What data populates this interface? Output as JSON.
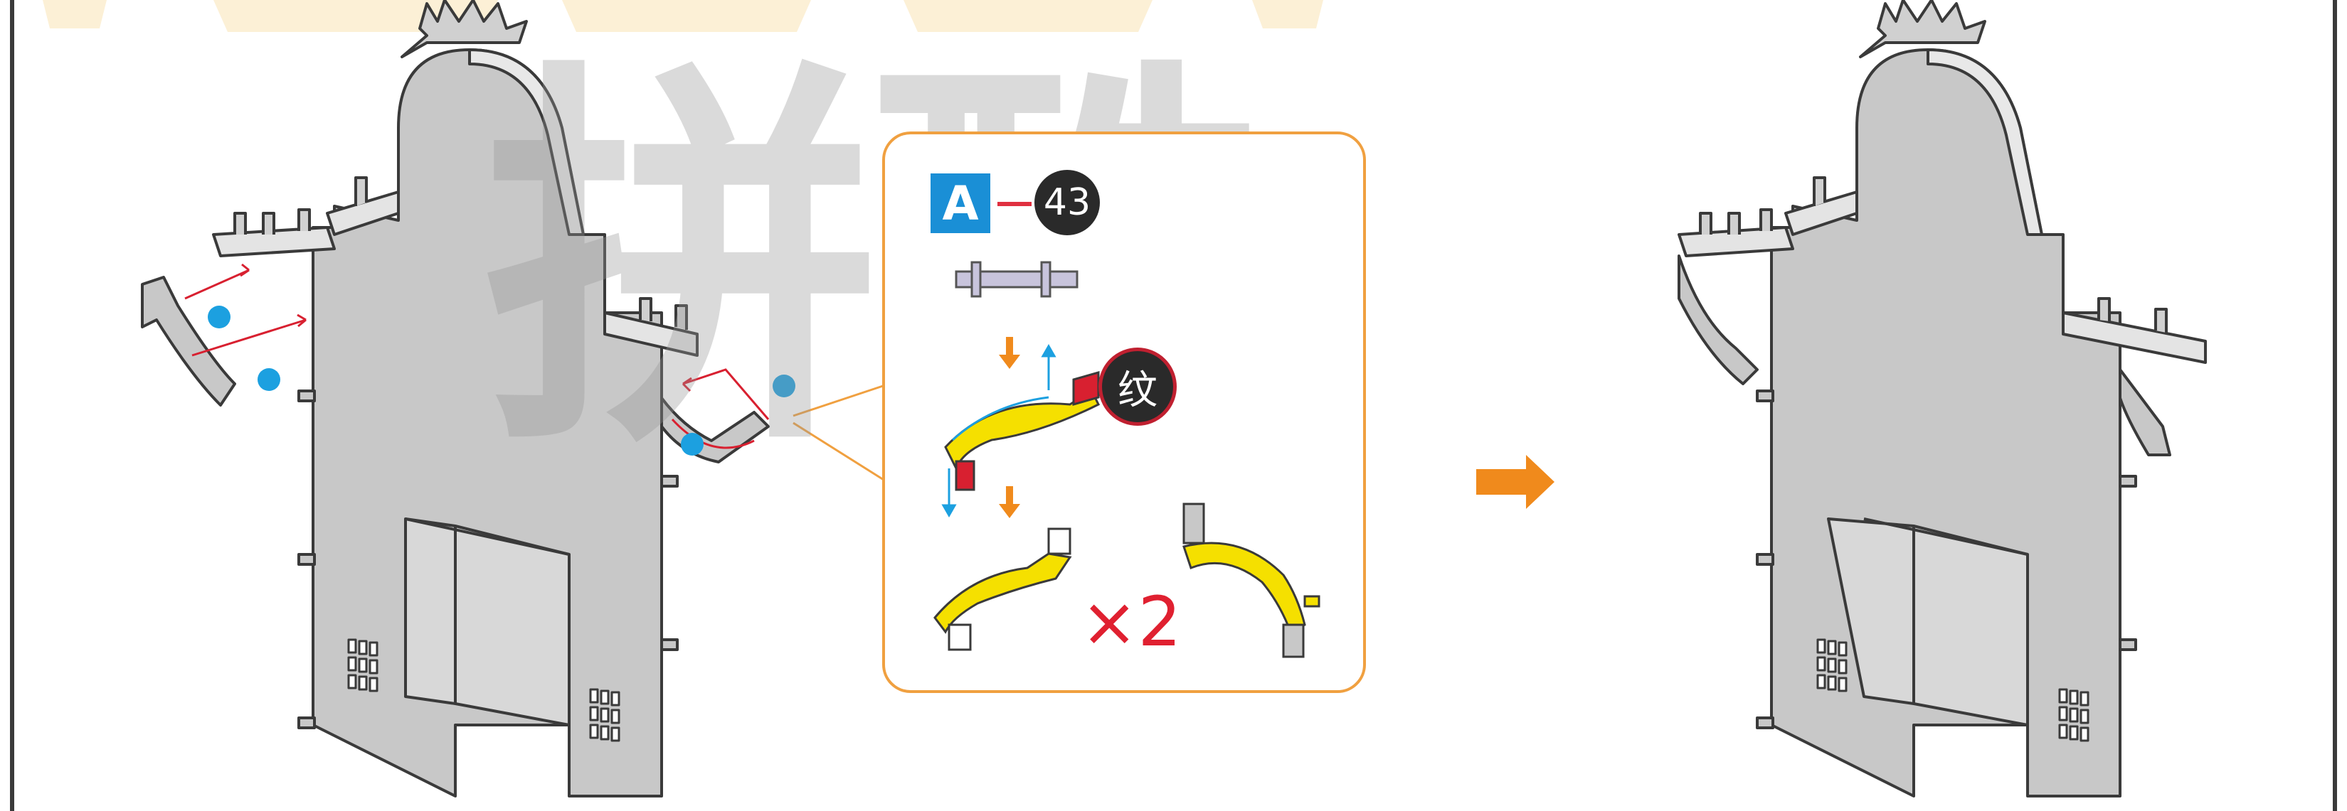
{
  "callout": {
    "part_letter": "A",
    "part_number": "43",
    "texture_label": "纹",
    "quantity": "×2"
  },
  "watermark": {
    "text": "拼酷"
  },
  "colors": {
    "part_gray": "#c8c8c8",
    "outline": "#3a3a3a",
    "highlight_yellow": "#f5e000",
    "accent_orange": "#f08a1c",
    "marker_blue": "#1ca0e0",
    "arrow_red": "#d82030",
    "badge_blue": "#1a8fd6",
    "callout_border": "#f0a040"
  },
  "icons": [
    "step-arrow-icon",
    "blue-dot-marker-icon",
    "assembly-arrow-icon"
  ]
}
